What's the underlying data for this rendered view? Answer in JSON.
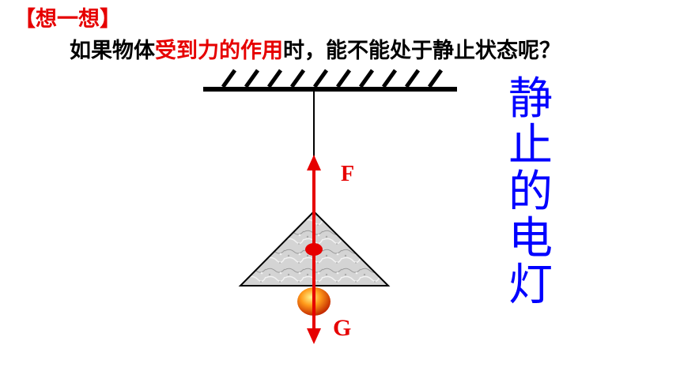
{
  "header": {
    "tag": "【想一想】",
    "question_before": "如果物体",
    "question_highlight": "受到力的作用",
    "question_after": "时，能不能处于静止状态呢？"
  },
  "title_vertical": [
    "静",
    "止",
    "的",
    "电",
    "灯"
  ],
  "diagram": {
    "force_up_label": "F",
    "force_down_label": "G"
  },
  "colors": {
    "accent_red": "#e60000",
    "title_blue": "#0000ff"
  }
}
